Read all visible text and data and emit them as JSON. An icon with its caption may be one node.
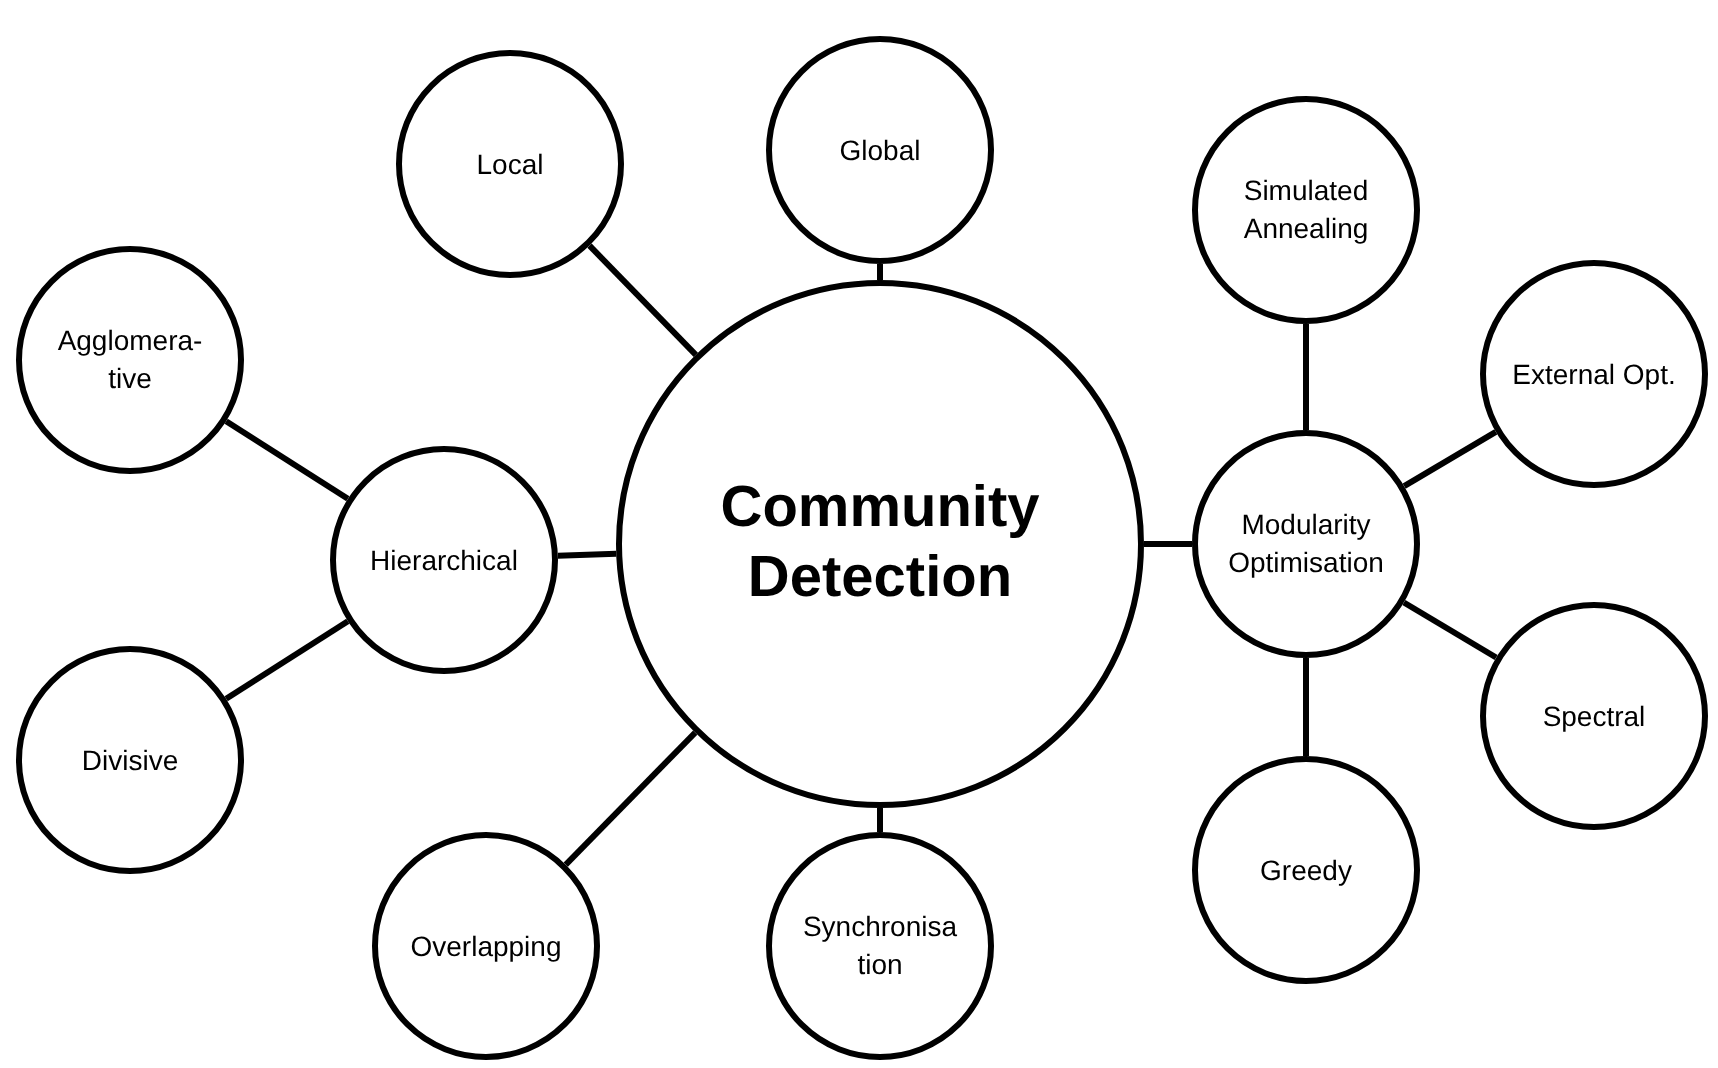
{
  "diagram": {
    "nodes": [
      {
        "text": [
          "Community Detection"
        ]
      },
      {
        "text": [
          "Local"
        ]
      },
      {
        "text": [
          "Global"
        ]
      },
      {
        "text": [
          "Agglomera- tive"
        ]
      },
      {
        "text": [
          "Hierarchical"
        ]
      },
      {
        "text": [
          "Divisive"
        ]
      },
      {
        "text": [
          "Overlapping"
        ]
      },
      {
        "text": [
          "Synchronisa tion"
        ]
      },
      {
        "text": [
          "Modularity Optimisation"
        ]
      },
      {
        "text": [
          "Simulated Annealing"
        ]
      },
      {
        "text": [
          "External Opt."
        ]
      },
      {
        "text": [
          "Spectral"
        ]
      },
      {
        "text": [
          "Greedy"
        ]
      }
    ],
    "edges": [
      {
        "from": 0,
        "to": 1,
        "arrow": "none"
      },
      {
        "from": 0,
        "to": 2,
        "arrow": "none"
      },
      {
        "from": 0,
        "to": 4,
        "arrow": "none"
      },
      {
        "from": 0,
        "to": 6,
        "arrow": "none"
      },
      {
        "from": 0,
        "to": 7,
        "arrow": "none"
      },
      {
        "from": 0,
        "to": 8,
        "arrow": "none"
      },
      {
        "from": 4,
        "to": 3,
        "arrow": "none"
      },
      {
        "from": 4,
        "to": 5,
        "arrow": "none"
      },
      {
        "from": 8,
        "to": 9,
        "arrow": "none"
      },
      {
        "from": 8,
        "to": 10,
        "arrow": "none"
      },
      {
        "from": 8,
        "to": 11,
        "arrow": "none"
      },
      {
        "from": 8,
        "to": 12,
        "arrow": "none"
      }
    ]
  }
}
